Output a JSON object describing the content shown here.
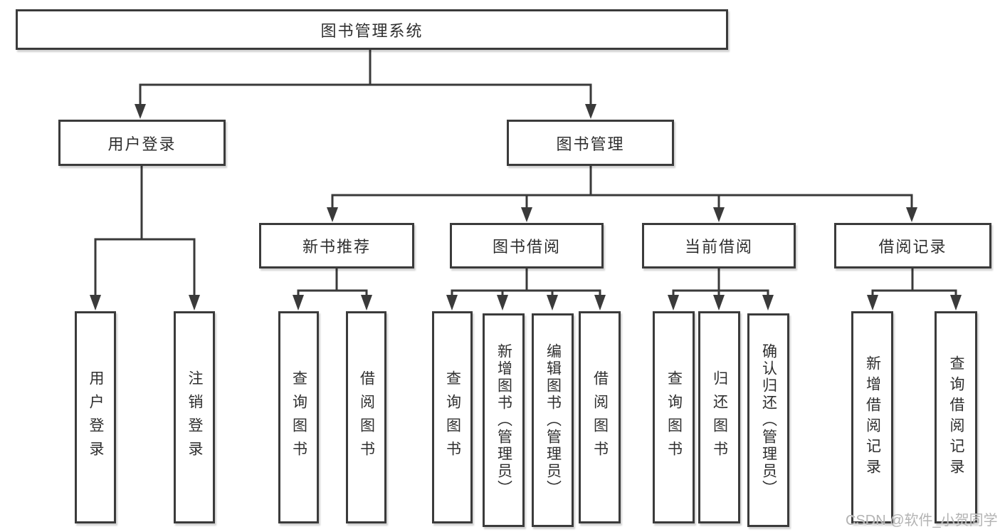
{
  "diagram": {
    "type": "tree",
    "title": "图书管理系统",
    "root": {
      "label": "图书管理系统"
    },
    "level2": [
      {
        "label": "用户登录",
        "parent": "图书管理系统"
      },
      {
        "label": "图书管理",
        "parent": "图书管理系统"
      }
    ],
    "level3": [
      {
        "label": "新书推荐",
        "parent": "图书管理"
      },
      {
        "label": "图书借阅",
        "parent": "图书管理"
      },
      {
        "label": "当前借阅",
        "parent": "图书管理"
      },
      {
        "label": "借阅记录",
        "parent": "图书管理"
      }
    ],
    "leaves": [
      {
        "label": "用户登录",
        "parent": "用户登录"
      },
      {
        "label": "注销登录",
        "parent": "用户登录"
      },
      {
        "label": "查询图书",
        "parent": "新书推荐"
      },
      {
        "label": "借阅图书",
        "parent": "新书推荐"
      },
      {
        "label": "查询图书",
        "parent": "图书借阅"
      },
      {
        "label": "新增图书（管理员）",
        "parent": "图书借阅"
      },
      {
        "label": "编辑图书（管理员）",
        "parent": "图书借阅"
      },
      {
        "label": "借阅图书",
        "parent": "图书借阅"
      },
      {
        "label": "查询图书",
        "parent": "当前借阅"
      },
      {
        "label": "归还图书",
        "parent": "当前借阅"
      },
      {
        "label": "确认归还（管理员）",
        "parent": "当前借阅"
      },
      {
        "label": "新增借阅记录",
        "parent": "借阅记录"
      },
      {
        "label": "查询借阅记录",
        "parent": "借阅记录"
      }
    ],
    "colors": {
      "line": "#3a3a3a",
      "border": "#3b3b3b",
      "text": "#2f2f2f",
      "background": "#ffffff",
      "watermark": "#b3b3b3"
    }
  },
  "watermark": {
    "text": "CSDN @软件_小贺同学"
  }
}
